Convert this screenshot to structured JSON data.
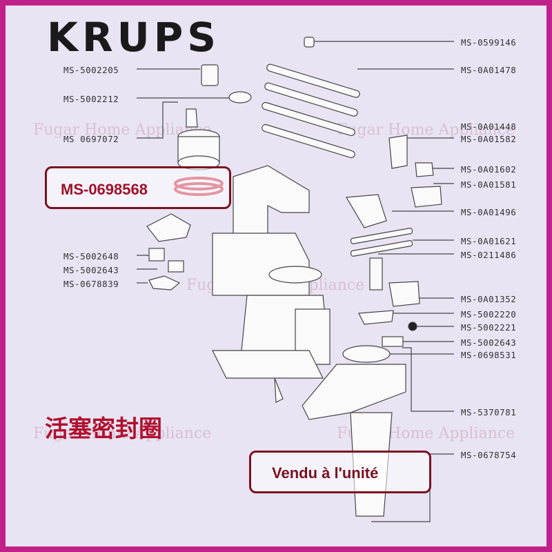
{
  "brand": "KRUPS",
  "highlight_part": "MS-0698568",
  "chinese_caption": "活塞密封圈",
  "sold_note": "Vendu à l'unité",
  "watermark": "Fugar Home Appliance",
  "labels_left": [
    "MS-5002205",
    "MS-5002212",
    "MS 0697072",
    "MS-5002648",
    "MS-5002643",
    "MS-0678839"
  ],
  "labels_right": [
    "MS-0599146",
    "MS-0A01478",
    "MS-0A01448",
    "MS-0A01582",
    "MS-0A01602",
    "MS-0A01581",
    "MS-0A01496",
    "MS-0A01621",
    "MS-0211486",
    "MS-0A01352",
    "MS-5002220",
    "MS-5002221",
    "MS-5002643",
    "MS-0698531",
    "MS-5370781",
    "MS-0678754"
  ],
  "colors": {
    "frame": "#c0208a",
    "background": "#e8e4f3",
    "highlight_border": "#7a1020",
    "highlight_text": "#a0102a",
    "seal": "#c01830"
  }
}
